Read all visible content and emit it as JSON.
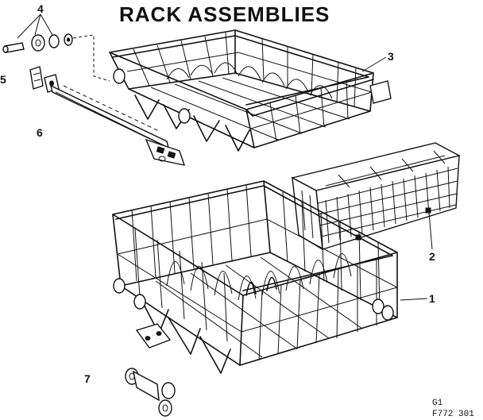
{
  "title": "RACK ASSEMBLIES",
  "callouts": {
    "c1": "1",
    "c2": "2",
    "c3": "3",
    "c4": "4",
    "c5": "5",
    "c6": "6",
    "c7": "7"
  },
  "footer": {
    "line1": "G1",
    "line2": "F772 301"
  }
}
